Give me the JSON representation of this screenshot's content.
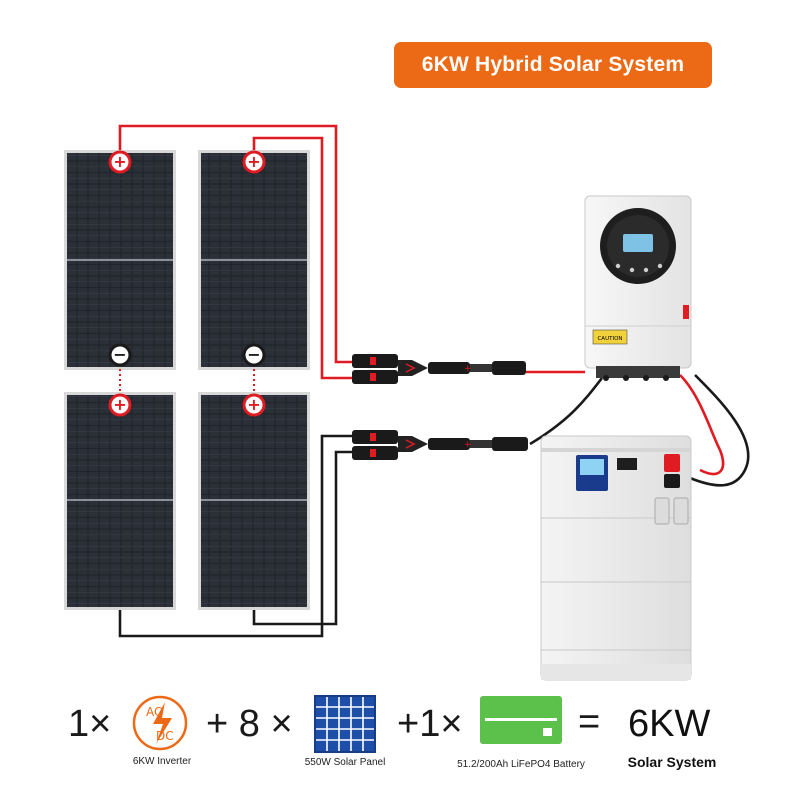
{
  "title": "6KW Hybrid Solar System",
  "equation": {
    "inverter": {
      "qty": "1×",
      "caption": "6KW Inverter",
      "icon_text_top": "AC",
      "icon_text_bottom": "DC"
    },
    "panel": {
      "op": "+ 8 ×",
      "caption": "550W Solar Panel"
    },
    "battery": {
      "op": "+1×",
      "caption": "51.2/200Ah LiFePO4 Battery"
    },
    "equals": "=",
    "result": "6KW",
    "result_caption": "Solar System"
  },
  "terminals": {
    "positive": "+",
    "negative": "−"
  },
  "inverter_label": "CAUTION",
  "colors": {
    "accent_orange": "#ec6a16",
    "wire_red": "#e01b22",
    "wire_black": "#1a1a1a",
    "panel_dark": "#1c1f24",
    "panel_blue": "#1d4fa8",
    "battery_green": "#5cc14a"
  }
}
